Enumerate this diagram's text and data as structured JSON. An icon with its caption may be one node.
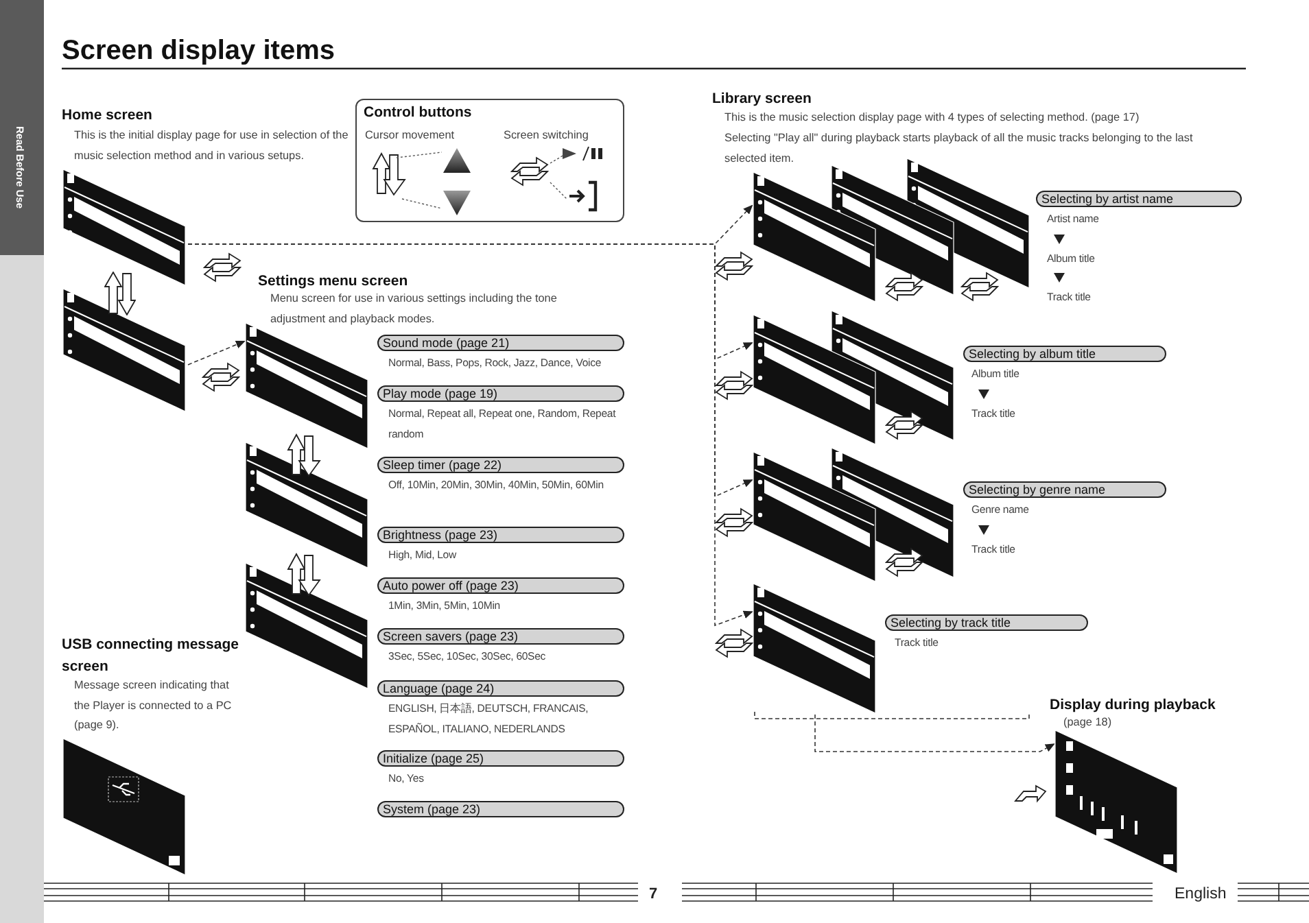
{
  "diagram": {
    "title": "Screen display items",
    "nodes": [
      {
        "text": [
          "Home screen",
          "This is the initial display page for use in selection of the music selection method and in various setups."
        ]
      },
      {
        "text": [],
        "shape": "screen"
      },
      {
        "text": [],
        "shape": "screen"
      },
      {
        "text": [
          "USB connecting message screen",
          "Message screen indicating that the Player is connected to a PC (page 9)."
        ]
      },
      {
        "text": [
          "Control buttons",
          "Cursor movement",
          "Screen switching"
        ]
      },
      {
        "text": [
          "Library screen",
          "This is the music selection display page with 4 types of selecting method. (page 17)",
          "Selecting \"Play all\" during playback starts playback of all the music tracks belonging to the last selected item."
        ]
      },
      {
        "text": [],
        "shape": "screen"
      },
      {
        "text": [],
        "shape": "screen"
      },
      {
        "text": [],
        "shape": "screen"
      },
      {
        "text": [],
        "shape": "screen"
      },
      {
        "text": [
          "Display during playback",
          "(page 18)"
        ]
      },
      {
        "text": [
          "Sound mode (page 21)",
          "Normal, Bass, Pops, Rock, Jazz, Dance, Voice"
        ]
      },
      {
        "text": [
          "Play mode (page 19)",
          "Normal, Repeat all, Repeat one, Random, Repeat random"
        ]
      },
      {
        "text": [
          "Sleep timer (page 22)",
          "Off, 10Min, 20Min, 30Min, 40Min, 50Min, 60Min"
        ]
      },
      {
        "text": [
          "Brightness (page 23)",
          "High, Mid, Low"
        ]
      },
      {
        "text": [
          "Auto power off (page 23)",
          "1Min, 3Min, 5Min, 10Min"
        ]
      },
      {
        "text": [
          "Screen savers (page 23)",
          "3Sec, 5Sec, 10Sec, 30Sec, 60Sec"
        ]
      },
      {
        "text": [
          "Language (page 24)",
          "ENGLISH, 日本語, DEUTSCH, FRANCAIS, ESPAÑOL, ITALIANO, NEDERLANDS"
        ]
      },
      {
        "text": [
          "Initialize (page 25)",
          "No, Yes"
        ]
      },
      {
        "text": [
          "System (page 23)"
        ]
      },
      {
        "text": [
          "Selecting by artist name",
          "Artist name",
          "Album title",
          "Track title"
        ]
      },
      {
        "text": [
          "Selecting by album title",
          "Album title",
          "Track title"
        ]
      },
      {
        "text": [
          "Selecting by genre name",
          "Genre name",
          "Track title"
        ]
      },
      {
        "text": [
          "Selecting by track title",
          "Track title"
        ]
      }
    ],
    "edges": [
      {
        "from": 0,
        "to": 6,
        "arrow": "to",
        "style": "dashed"
      },
      {
        "from": 0,
        "to": 7,
        "arrow": "to",
        "style": "dashed"
      },
      {
        "from": 0,
        "to": 8,
        "arrow": "to",
        "style": "dashed"
      },
      {
        "from": 0,
        "to": 9,
        "arrow": "to",
        "style": "dashed"
      },
      {
        "from": 1,
        "to": 2,
        "arrow": "to",
        "style": "dashed"
      },
      {
        "from": 9,
        "to": 10,
        "arrow": "to",
        "style": "dashed"
      },
      {
        "from": 1,
        "to": 0,
        "arrow": "to"
      },
      {
        "from": 0,
        "to": 1,
        "arrow": "to"
      }
    ],
    "labels": [
      "Read Before Use",
      "Settings menu screen",
      "Menu screen for use in various settings including the tone adjustment and playback modes.",
      "7",
      "English"
    ]
  }
}
